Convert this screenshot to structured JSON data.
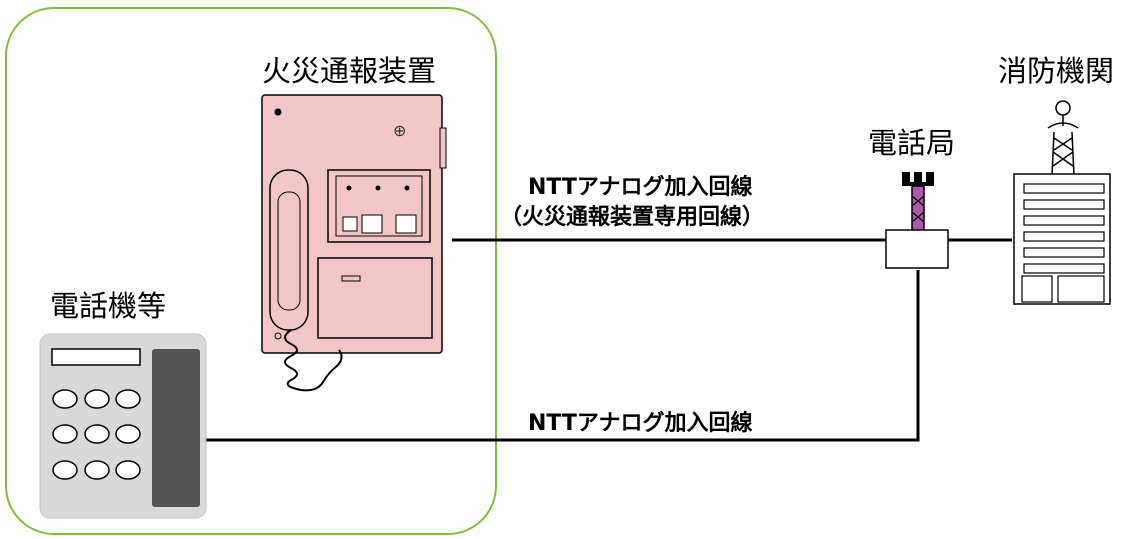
{
  "labels": {
    "alarm_device": "火災通報装置",
    "phone": "電話機等",
    "telephone_office": "電話局",
    "fire_department": "消防機関",
    "upper_line_1": "NTTアナログ加入回線",
    "upper_line_2": "（火災通報装置専用回線）",
    "lower_line": "NTTアナログ加入回線"
  },
  "colors": {
    "box_border": "#7fbf3f",
    "device_fill": "#f3c6c6",
    "phone_fill": "#d9d9d9",
    "phone_handset": "#555555",
    "line": "#000000",
    "antenna_accent": "#b057b0"
  },
  "icons": {
    "alarm_device": "fire-alarm-transmitter-icon",
    "phone": "telephone-icon",
    "telephone_office": "telephone-office-tower-icon",
    "fire_department": "fire-department-building-icon"
  }
}
